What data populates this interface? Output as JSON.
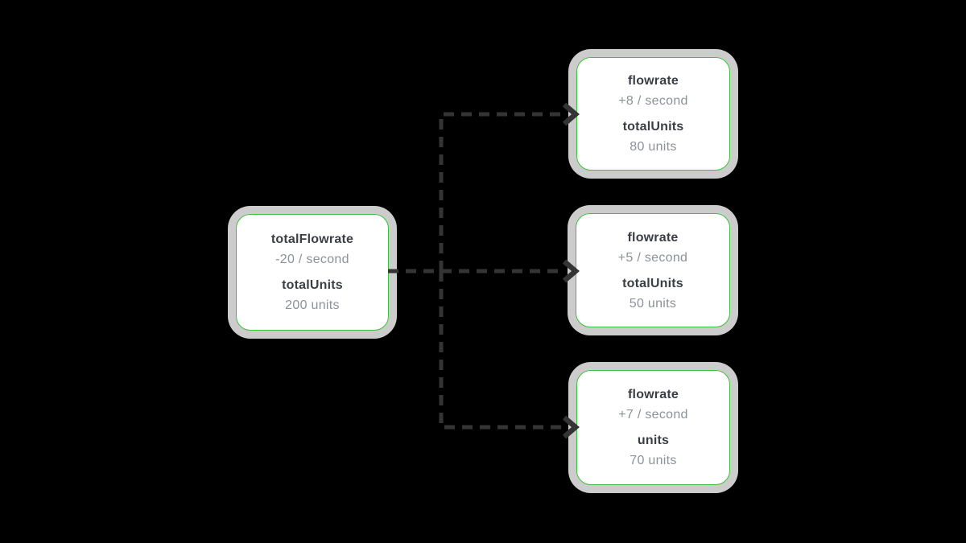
{
  "colors": {
    "canvas_bg": "#000000",
    "node_frame": "#cbcccb",
    "node_bg": "#ffffff",
    "node_border": "#3dc23d",
    "label_text": "#3b3e45",
    "value_text": "#8d9199",
    "edge": "#343434"
  },
  "nodes": [
    {
      "id": "source",
      "fields": [
        {
          "label": "totalFlowrate",
          "value": "-20 / second"
        },
        {
          "label": "totalUnits",
          "value": "200 units"
        }
      ]
    },
    {
      "id": "sink-top",
      "fields": [
        {
          "label": "flowrate",
          "value": "+8 / second"
        },
        {
          "label": "totalUnits",
          "value": "80 units"
        }
      ]
    },
    {
      "id": "sink-middle",
      "fields": [
        {
          "label": "flowrate",
          "value": "+5 / second"
        },
        {
          "label": "totalUnits",
          "value": "50 units"
        }
      ]
    },
    {
      "id": "sink-bottom",
      "fields": [
        {
          "label": "flowrate",
          "value": "+7 / second"
        },
        {
          "label": "units",
          "value": "70 units"
        }
      ]
    }
  ]
}
